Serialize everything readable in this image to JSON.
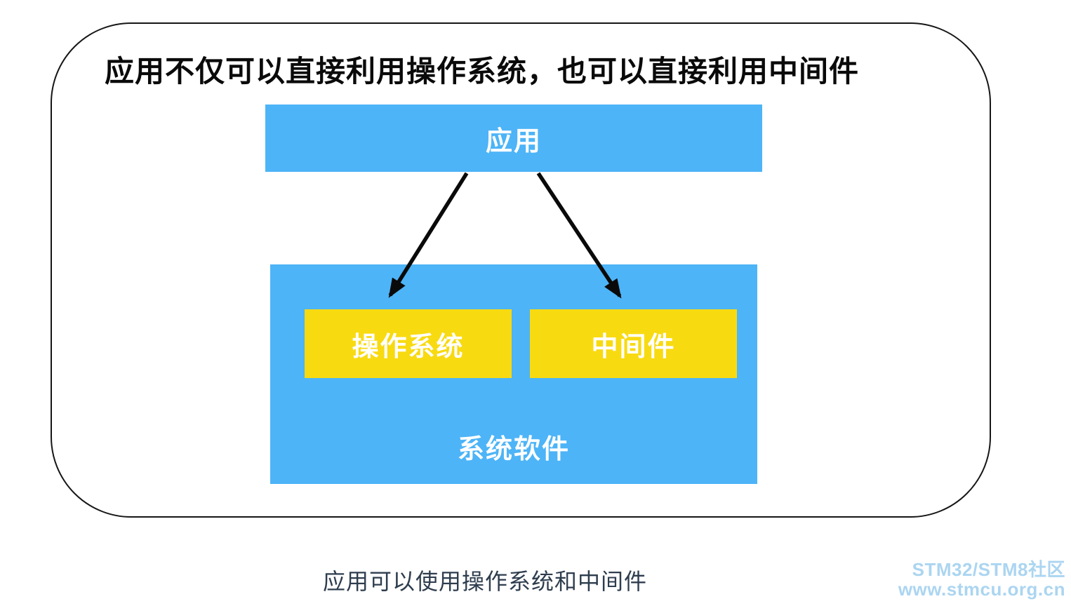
{
  "card": {
    "title": "应用不仅可以直接利用操作系统，也可以直接利用中间件"
  },
  "diagram": {
    "app_box": {
      "label": "应用"
    },
    "system_box": {
      "label": "系统软件",
      "children": [
        {
          "label": "操作系统"
        },
        {
          "label": "中间件"
        }
      ]
    }
  },
  "caption": "应用可以使用操作系统和中间件",
  "watermark": {
    "line1": "STM32/STM8社区",
    "line2": "www.stmcu.org.cn"
  },
  "colors": {
    "blue": "#4DB4F7",
    "yellow": "#F8DA11",
    "ink": "#0a0a0a",
    "border": "#161616",
    "caption": "#2E3D4E",
    "watermark": "#ABD5F1",
    "box_text": "#FFFFFF"
  }
}
